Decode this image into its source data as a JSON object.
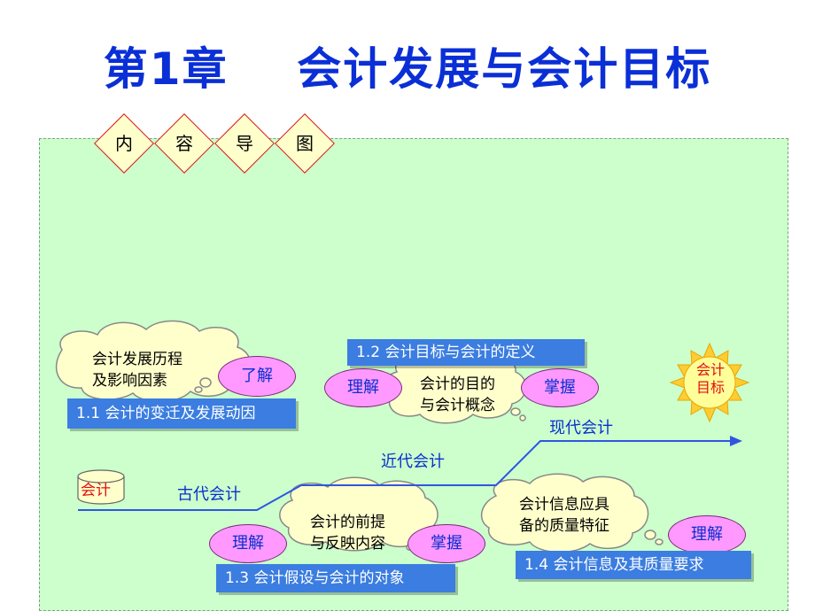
{
  "title": "第1章    会计发展与会计目标",
  "nav": [
    "内",
    "容",
    "导",
    "图"
  ],
  "section1": {
    "cloud_text": [
      "会计发展历程",
      "及影响因素"
    ],
    "tag": "了解",
    "box": "1.1 会计的变迁及发展动因"
  },
  "section2": {
    "box": "1.2  会计目标与会计的定义",
    "left_tag": "理解",
    "cloud_text": [
      "会计的目的",
      "与会计概念"
    ],
    "right_tag": "掌握"
  },
  "section3": {
    "box": "1.3  会计假设与会计的对象",
    "left_tag": "理解",
    "cloud_text": [
      "会计的前提",
      "与反映内容"
    ],
    "right_tag": "掌握"
  },
  "section4": {
    "box": "1.4  会计信息及其质量要求",
    "cloud_text": [
      "会计信息应具",
      "备的质量特征"
    ],
    "tag": "理解"
  },
  "timeline": {
    "start": "会计",
    "stages": [
      "古代会计",
      "近代会计",
      "现代会计"
    ]
  },
  "sun": [
    "会计",
    "目标"
  ],
  "colors": {
    "title": "#0a2fd6",
    "panel": "#ccffcc",
    "box": "#3b7de0",
    "tag": "#ff99ff",
    "cloud": "#ffffcc"
  }
}
